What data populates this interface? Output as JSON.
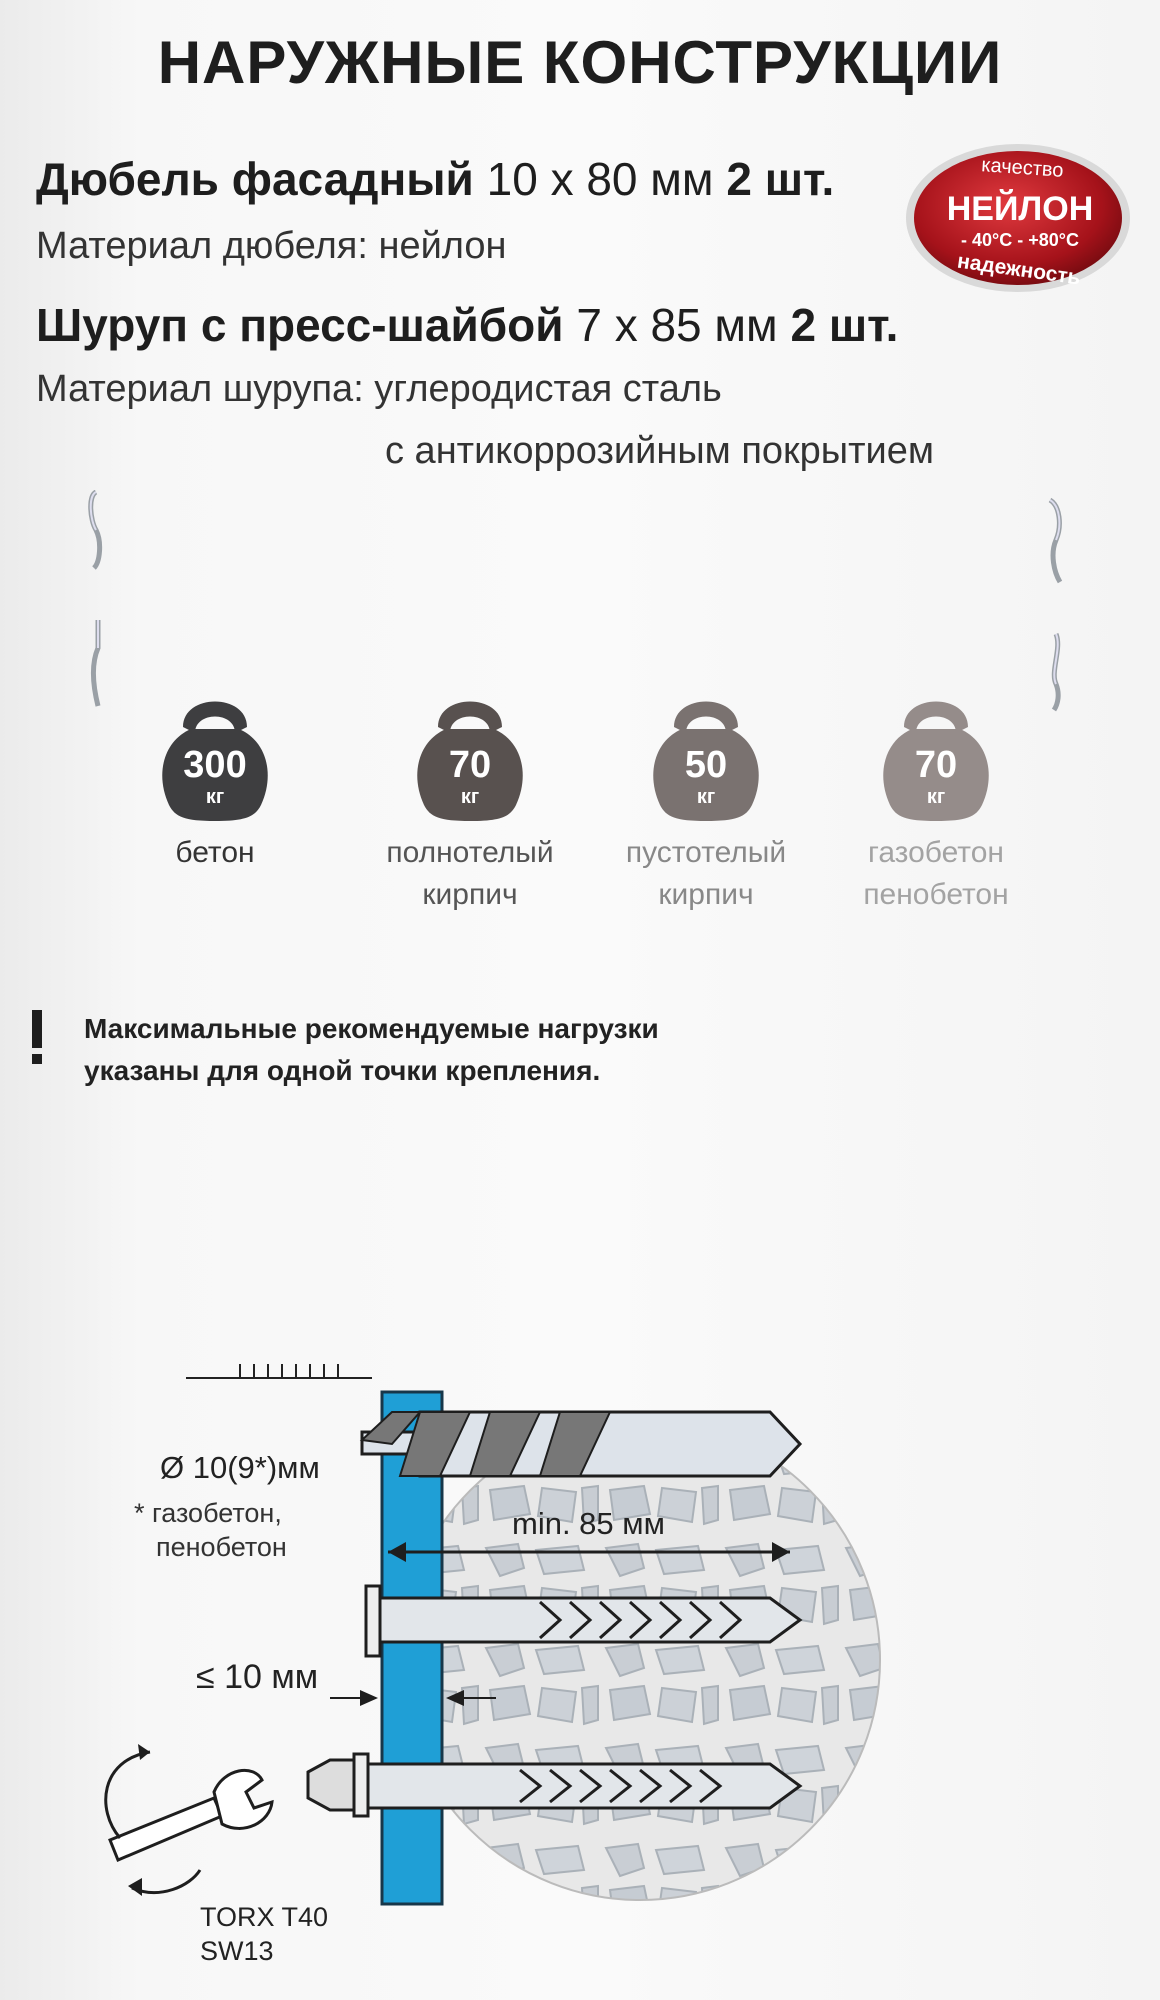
{
  "header": {
    "title": "НАРУЖНЫЕ КОНСТРУКЦИИ"
  },
  "dowel": {
    "name": "Дюбель фасадный",
    "size": "10 х 80 мм",
    "qty": "2 шт.",
    "material": "Материал дюбеля: нейлон"
  },
  "screw": {
    "name": "Шуруп с пресс-шайбой",
    "size": "7 х 85 мм",
    "qty": "2 шт.",
    "material_line1": "Материал шурупа: углеродистая сталь",
    "material_line2": "с антикоррозийным покрытием"
  },
  "badge": {
    "top": "качество",
    "main": "НЕЙЛОН",
    "temp": "- 40°C - +80°C",
    "bottom": "надежность",
    "color": "#b3151d"
  },
  "loads": [
    {
      "value": "300",
      "unit": "кг",
      "label1": "бетон",
      "label2": "",
      "color": "#3e3e40",
      "text_color": "#333333"
    },
    {
      "value": "70",
      "unit": "кг",
      "label1": "полнотелый",
      "label2": "кирпич",
      "color": "#58514f",
      "text_color": "#555555"
    },
    {
      "value": "50",
      "unit": "кг",
      "label1": "пустотелый",
      "label2": "кирпич",
      "color": "#7a7270",
      "text_color": "#888888"
    },
    {
      "value": "70",
      "unit": "кг",
      "label1": "газобетон",
      "label2": "пенобетон",
      "color": "#958c8a",
      "text_color": "#a3a3a3"
    }
  ],
  "warning": {
    "line1": "Максимальные рекомендуемые нагрузки",
    "line2": "указаны для одной точки крепления."
  },
  "diagram": {
    "drill_diameter": "Ø 10(9*)мм",
    "note_line1": "* газобетон,",
    "note_line2": "пенобетон",
    "min_depth": "min. 85 мм",
    "gap": "≤ 10 мм",
    "tool_line1": "TORX T40",
    "tool_line2": "SW13",
    "panel_color": "#1f9fd6"
  }
}
